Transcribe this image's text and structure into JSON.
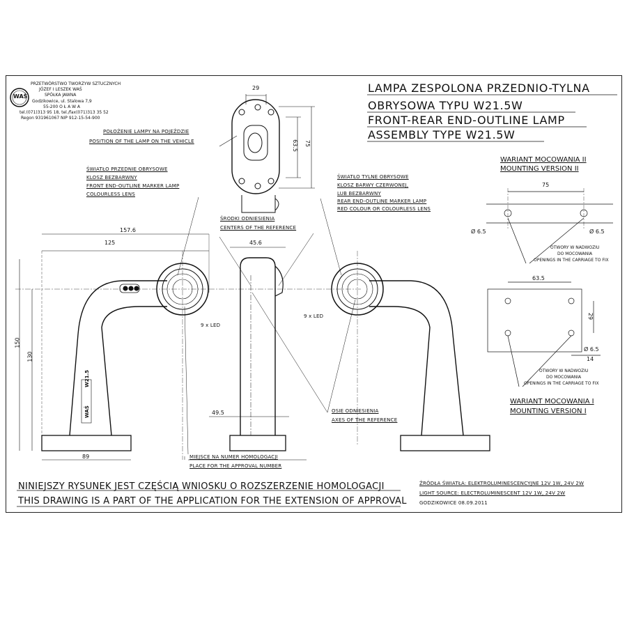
{
  "manufacturer": {
    "line1": "PRZETWÓRSTWO TWORZYW SZTUCZNYCH",
    "line2": "JÓZEF I LESZEK WAŚ",
    "line3": "SPÓŁKA JAWNA",
    "line4": "Godzikowice, ul. Stalowa 7,9",
    "line5": "55-200   O Ł A W A",
    "line6": "tel.(071)313 95 18, tel./fax(071)313 35 52",
    "line7": "Regon 931961067 NIP 912-15-54-900",
    "logo_text": "WAŚ"
  },
  "title": {
    "line1": "LAMPA ZESPOLONA PRZEDNIO-TYLNA",
    "line2": "OBRYSOWA TYPU W21.5W",
    "line3": "FRONT-REAR END-OUTLINE LAMP",
    "line4": "ASSEMBLY TYPE W21.5W"
  },
  "labels": {
    "position_pl": "POŁOŻENIE LAMPY NA POJEŹDZIE",
    "position_en": "POSITION OF THE LAMP ON THE VEHICLE",
    "front_pl1": "ŚWIATŁO PRZEDNIE OBRYSOWE",
    "front_pl2": "KLOSZ BEZBARWNY",
    "front_en1": "FRONT END-OUTLINE MARKER LAMP",
    "front_en2": "COLOURLESS LENS",
    "rear_pl1": "ŚWIATŁO TYLNE OBRYSOWE",
    "rear_pl2": "KLOSZ BARWY CZERWONEJ,",
    "rear_pl3": "LUB BEZBARWNY",
    "rear_en1": "REAR END-OUTLINE MARKER LAMP",
    "rear_en2": "RED COLOUR OR COLOURLESS LENS",
    "center_pl": "ŚRODKI ODNIESIENIA",
    "center_en": "CENTERS OF THE REFERENCE",
    "led_left": "9 x LED",
    "led_right": "9 x LED",
    "axes_pl": "OSIE ODNIESIENIA",
    "axes_en": "AXES OF THE REFERENCE",
    "approval_pl": "MIEJSCE NA NUMER HOMOLOGACJI",
    "approval_en": "PLACE FOR THE APPROVAL NUMBER",
    "mount2_pl": "WARIANT MOCOWANIA II",
    "mount2_en": "MOUNTING VERSION II",
    "mount1_pl": "WARIANT MOCOWANIA I",
    "mount1_en": "MOUNTING VERSION I",
    "openings_pl1": "OTWORY W NADWOZIU",
    "openings_pl2": "DO MOCOWANIA",
    "openings_en": "OPENINGS IN THE CARRIAGE TO FIX",
    "openings2_pl1": "OTWORY W NADWOZIU",
    "openings2_pl2": "DO MOCOWANIA",
    "openings2_en": "OPENINGS IN THE CARRIAGE TO FIX",
    "body_mark1": "WAŚ",
    "body_mark2": "W21.5"
  },
  "dimensions": {
    "top_width": "29",
    "top_h1": "63.5",
    "top_h2": "75",
    "d157": "157.6",
    "d125": "125",
    "d150": "150",
    "d130": "130",
    "d89": "89",
    "d45": "45.6",
    "d49": "49.5",
    "m2_width": "75",
    "m2_hole_l": "Ø 6.5",
    "m2_hole_r": "Ø 6.5",
    "m1_width": "63.5",
    "m1_h": "29",
    "m1_hole": "Ø 6.5",
    "m1_14": "14"
  },
  "footer": {
    "note_pl": "NINIEJSZY RYSUNEK JEST CZĘŚCIĄ WNIOSKU O  ROZSZERZENIE  HOMOLOGACJI",
    "note_en": "THIS DRAWING IS A PART OF THE APPLICATION FOR THE EXTENSION OF APPROVAL",
    "source_pl": "ŹRÓDŁA ŚWIATŁA: ELEKTROLUMINESCENCYJNE  12V  1W, 24V  2W",
    "source_en": "LIGHT SOURCE: ELECTROLUMINESCENT  12V  1W, 24V  2W",
    "date": "GODZIKOWICE 08.09.2011"
  }
}
